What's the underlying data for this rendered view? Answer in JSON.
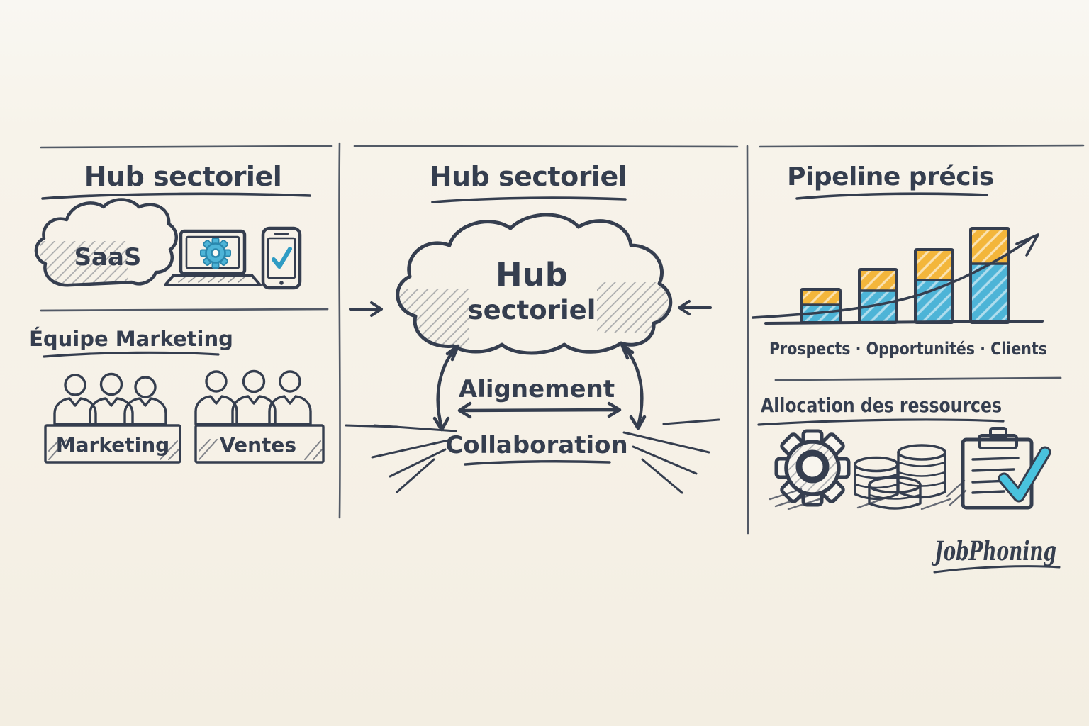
{
  "colors": {
    "background": "#f6f1e7",
    "ink": "#353e4f",
    "blue": "#4db4d7",
    "blue_dark": "#2a87ad",
    "yellow": "#f3b63b",
    "paper_light": "#faf7f0"
  },
  "left_panel": {
    "title": "Hub sectoriel",
    "cloud_label": "SaaS",
    "icons": [
      "saas-cloud",
      "laptop-gear",
      "smartphone-check"
    ],
    "team_section_title": "Équipe Marketing",
    "team_groups": [
      {
        "label": "Marketing",
        "members": 3,
        "shirt_colors": [
          "yellow",
          "blue",
          "yellow"
        ]
      },
      {
        "label": "Ventes",
        "members": 3,
        "shirt_colors": [
          "blue",
          "dark-hatch",
          "blue"
        ]
      }
    ]
  },
  "center_panel": {
    "title": "Hub sectoriel",
    "cloud_line1": "Hub",
    "cloud_line2": "sectoriel",
    "link_label_top": "Alignement",
    "link_label_bottom": "Collaboration"
  },
  "right_panel": {
    "pipeline_title": "Pipeline précis",
    "pipeline_caption": "Prospects · Opportunités · Clients",
    "allocation_title": "Allocation des ressources",
    "allocation_icons": [
      "gear",
      "coin-stacks",
      "clipboard-check"
    ]
  },
  "brand": {
    "signature": "JobPhoning"
  },
  "chart_data": {
    "type": "bar",
    "stacked": true,
    "title": "Pipeline précis",
    "caption": "Prospects · Opportunités · Clients",
    "stage_labels": [
      "Prospects",
      "Opportunités",
      "Clients"
    ],
    "categories": [
      "1",
      "2",
      "3",
      "4"
    ],
    "series": [
      {
        "name": "segment bleu (bas)",
        "color": "#4db4d7",
        "values": [
          25,
          45,
          60,
          83
        ]
      },
      {
        "name": "segment jaune (haut)",
        "color": "#f3b63b",
        "values": [
          22,
          30,
          43,
          50
        ]
      }
    ],
    "units": "relative height (px)",
    "ylim": [
      0,
      140
    ],
    "trend_arrow": true,
    "legend_position": "none",
    "axes": {
      "x": "baseline only",
      "y": "none"
    }
  }
}
